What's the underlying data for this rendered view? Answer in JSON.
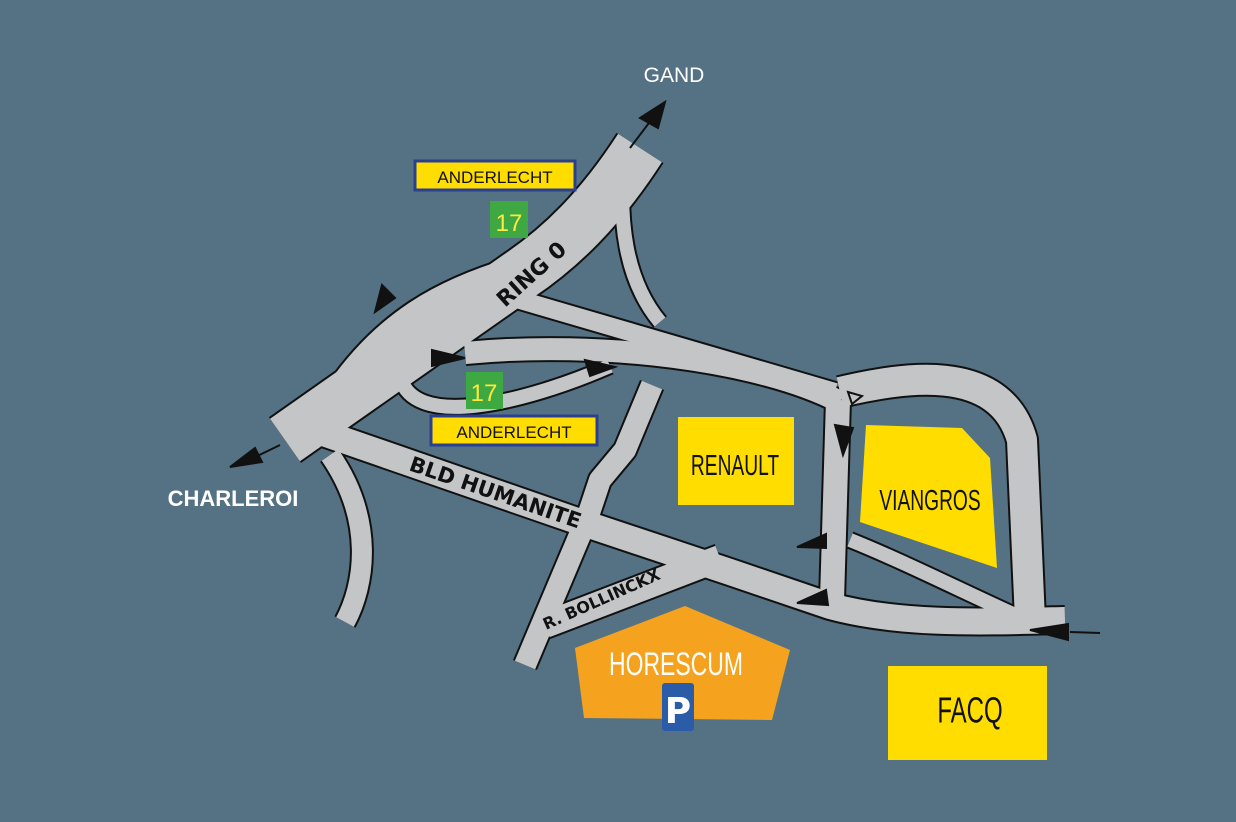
{
  "destinations": {
    "north": "GAND",
    "southwest": "CHARLEROI"
  },
  "roads": {
    "ring": "RING 0",
    "boulevard": "BLD HUMANITE",
    "street": "R. BOLLINCKX"
  },
  "exits": [
    {
      "number": "17",
      "name": "ANDERLECHT"
    },
    {
      "number": "17",
      "name": "ANDERLECHT"
    }
  ],
  "landmarks": {
    "renault": "RENAULT",
    "viangros": "VIANGROS",
    "facq": "FACQ",
    "horescum": "HORESCUM"
  },
  "parking": {
    "icon": "parking-icon",
    "label": "P"
  },
  "colors": {
    "background": "#557284",
    "road": "#c3c5c7",
    "landmark": "#ffdd00",
    "destination": "#f5a31e",
    "exit": "#3ea843",
    "parking": "#2a5ca8"
  }
}
